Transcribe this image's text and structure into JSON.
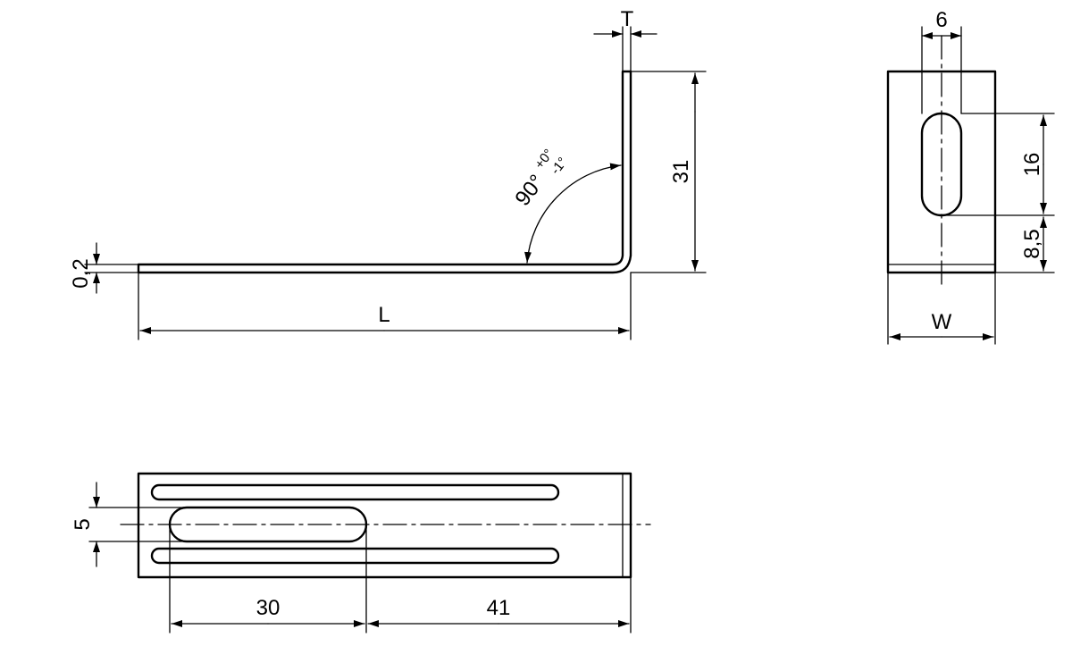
{
  "dimensions": {
    "thickness": "T",
    "length": "L",
    "leg_height": "31",
    "edge_offset": "0,2",
    "angle": "90°",
    "angle_tol_upper": "+0°",
    "angle_tol_lower": "-1°",
    "slot_width_end": "6",
    "slot_length_end": "16",
    "slot_offset_end": "8,5",
    "width": "W",
    "slot_width_plan": "5",
    "slot_pos_plan": "30",
    "remaining_plan": "41"
  },
  "colors": {
    "line": "#000000",
    "background": "#ffffff"
  }
}
